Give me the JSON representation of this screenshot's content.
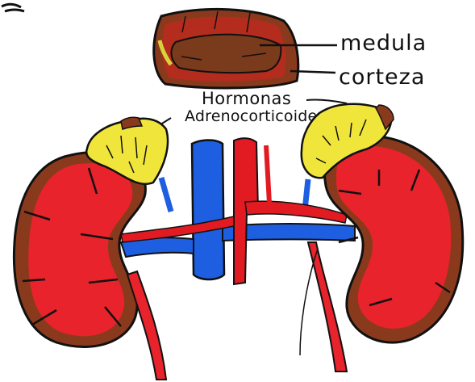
{
  "labels": {
    "medula": "medula",
    "corteza": "corteza",
    "hormonas": "Hormonas",
    "adrenocorticoides": "Adrenocorticoides"
  },
  "colors": {
    "kidney_red": "#e8232b",
    "kidney_border": "#8a3a1c",
    "adrenal_yellow": "#f0e53a",
    "vein_blue": "#1d5fe0",
    "artery_red": "#e21b22",
    "outline": "#111111"
  }
}
